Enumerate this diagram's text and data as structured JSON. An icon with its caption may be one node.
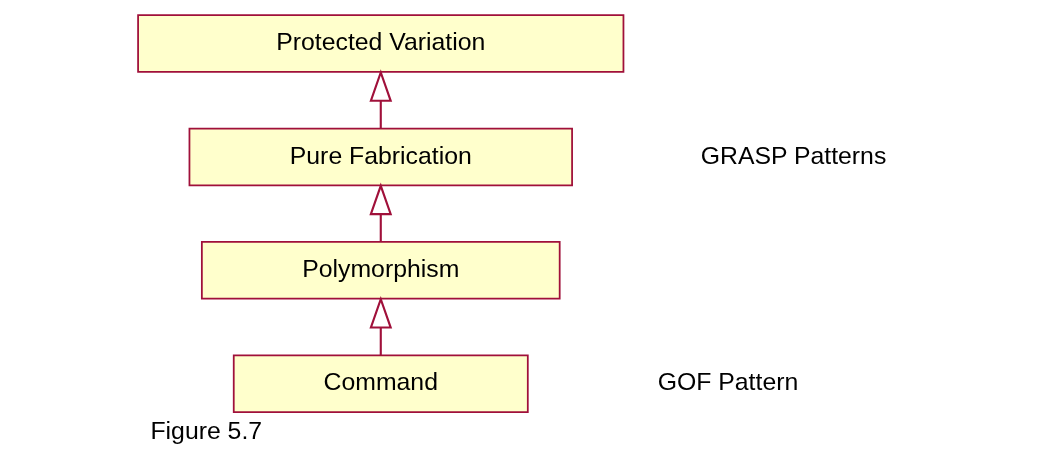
{
  "diagram": {
    "caption": "Figure 5.7",
    "nodes": [
      {
        "text": [
          "Protected Variation"
        ]
      },
      {
        "text": [
          "Pure Fabrication"
        ]
      },
      {
        "text": [
          "Polymorphism"
        ]
      },
      {
        "text": [
          "Command"
        ]
      }
    ],
    "edges": [
      {
        "from": 1,
        "to": 0,
        "arrow": "to"
      },
      {
        "from": 2,
        "to": 1,
        "arrow": "to"
      },
      {
        "from": 3,
        "to": 2,
        "arrow": "to"
      }
    ],
    "labels": [
      "GRASP Patterns",
      "GOF Pattern"
    ]
  }
}
